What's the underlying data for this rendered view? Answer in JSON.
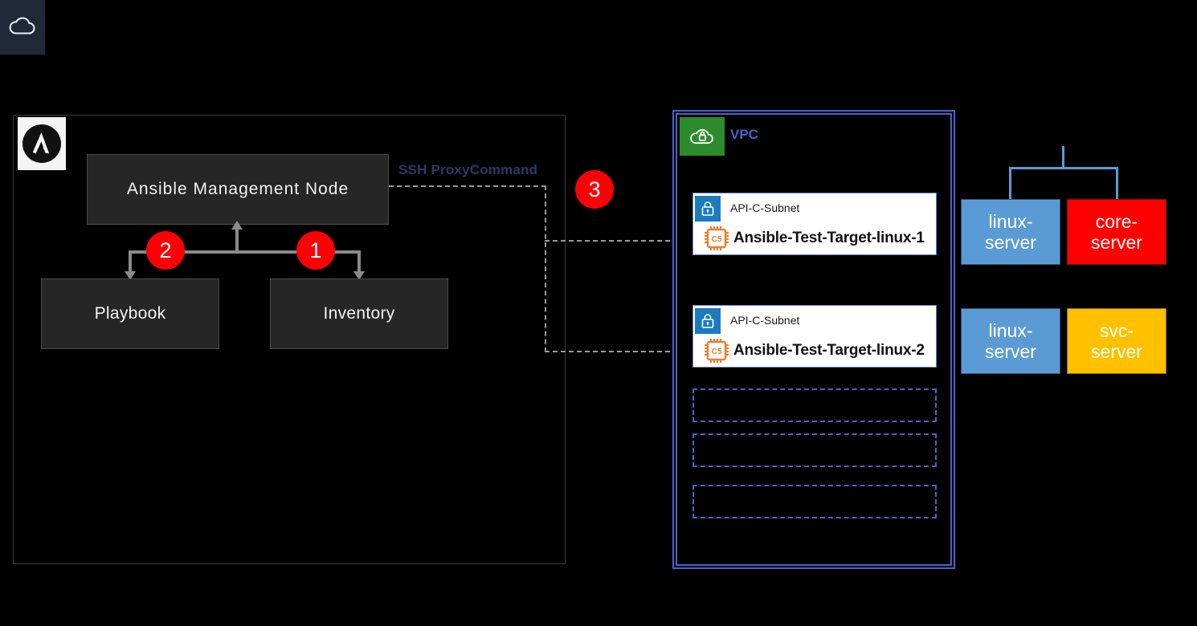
{
  "cloud_badge": {
    "icon": "cloud-icon"
  },
  "onprem": {
    "logo": "ansible-logo",
    "management_node": {
      "label": "Ansible  Management  Node"
    },
    "playbook": {
      "label": "Playbook",
      "badge": "2"
    },
    "inventory": {
      "label": "Inventory",
      "badge": "1"
    }
  },
  "connection": {
    "ssh_label": "SSH ProxyCommand",
    "badge": "3"
  },
  "vpc": {
    "icon": "cloud-lock-icon",
    "label": "VPC",
    "subnets": [
      {
        "subnet_name": "API-C-Subnet",
        "instance_name": "Ansible-Test-Target-linux-1",
        "lock_icon": "lock-icon",
        "chip_icon": "c5-chip-icon",
        "chip_label": "C5"
      },
      {
        "subnet_name": "API-C-Subnet",
        "instance_name": "Ansible-Test-Target-linux-2",
        "lock_icon": "lock-icon",
        "chip_icon": "c5-chip-icon",
        "chip_label": "C5"
      }
    ],
    "placeholders": [
      "",
      "",
      ""
    ]
  },
  "servers": [
    {
      "label": "linux-\nserver",
      "line1": "linux-",
      "line2": "server",
      "color": "#5b9bd5"
    },
    {
      "label": "core-server",
      "line1": "core-",
      "line2": "server",
      "color": "#ff0000"
    },
    {
      "label": "linux-server",
      "line1": "linux-",
      "line2": "server",
      "color": "#5b9bd5"
    },
    {
      "label": "svc-server",
      "line1": "svc-",
      "line2": "server",
      "color": "#ffc000"
    }
  ],
  "colors": {
    "badge_red": "#fb0007",
    "vpc_blue": "#4763c9",
    "vpc_green": "#2c8b2c",
    "subnet_lock_blue": "#1b7bbd",
    "chip_orange": "#ed7d31",
    "server_blue": "#5b9bd5",
    "server_red": "#ff0000",
    "server_amber": "#ffc000",
    "ssh_text": "#2b3a66"
  }
}
